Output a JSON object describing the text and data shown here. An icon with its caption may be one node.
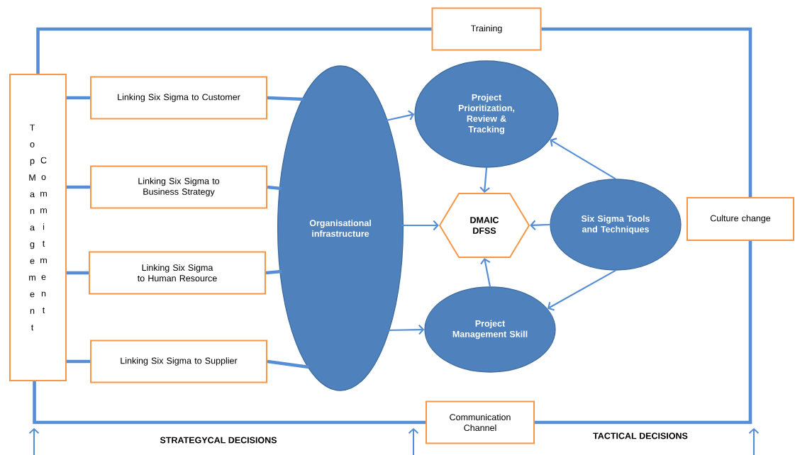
{
  "diagram": {
    "nodes": [
      {
        "text": [
          "Top Management",
          "Commitment"
        ]
      },
      {
        "text": [
          "Training"
        ]
      },
      {
        "text": [
          "Linking Six Sigma to Customer"
        ]
      },
      {
        "text": [
          "Linking Six Sigma to Business Strategy"
        ]
      },
      {
        "text": [
          "Linking Six Sigma to Human Resource"
        ]
      },
      {
        "text": [
          "Linking Six Sigma to Supplier"
        ]
      },
      {
        "text": [
          "Organisational infrastructure"
        ]
      },
      {
        "text": [
          "Project Prioritization, Review & Tracking"
        ]
      },
      {
        "text": [
          "DMAIC DFSS"
        ]
      },
      {
        "text": [
          "Six Sigma Tools and Techniques"
        ]
      },
      {
        "text": [
          "Project Management Skill"
        ]
      },
      {
        "text": [
          "Culture change"
        ]
      },
      {
        "text": [
          "Communication Channel"
        ]
      }
    ],
    "edges": [
      {
        "from": 0,
        "to": 2,
        "arrow": "none"
      },
      {
        "from": 0,
        "to": 3,
        "arrow": "none"
      },
      {
        "from": 0,
        "to": 4,
        "arrow": "none"
      },
      {
        "from": 0,
        "to": 5,
        "arrow": "none"
      },
      {
        "from": 2,
        "to": 6,
        "arrow": "none"
      },
      {
        "from": 3,
        "to": 6,
        "arrow": "none"
      },
      {
        "from": 4,
        "to": 6,
        "arrow": "none"
      },
      {
        "from": 5,
        "to": 6,
        "arrow": "none"
      },
      {
        "from": 6,
        "to": 7,
        "arrow": "to"
      },
      {
        "from": 6,
        "to": 8,
        "arrow": "to"
      },
      {
        "from": 6,
        "to": 10,
        "arrow": "to"
      },
      {
        "from": 7,
        "to": 8,
        "arrow": "to"
      },
      {
        "from": 9,
        "to": 7,
        "arrow": "to"
      },
      {
        "from": 9,
        "to": 8,
        "arrow": "to"
      },
      {
        "from": 9,
        "to": 10,
        "arrow": "to"
      },
      {
        "from": 10,
        "to": 8,
        "arrow": "to"
      },
      {
        "from": 0,
        "to": 1,
        "arrow": "none"
      },
      {
        "from": 1,
        "to": 11,
        "arrow": "none"
      },
      {
        "from": 11,
        "to": 12,
        "arrow": "none"
      },
      {
        "from": 12,
        "to": 0,
        "arrow": "none"
      }
    ],
    "labels": [
      "STRATEGYCAL DECISIONS",
      "TACTICAL DECISIONS"
    ]
  }
}
